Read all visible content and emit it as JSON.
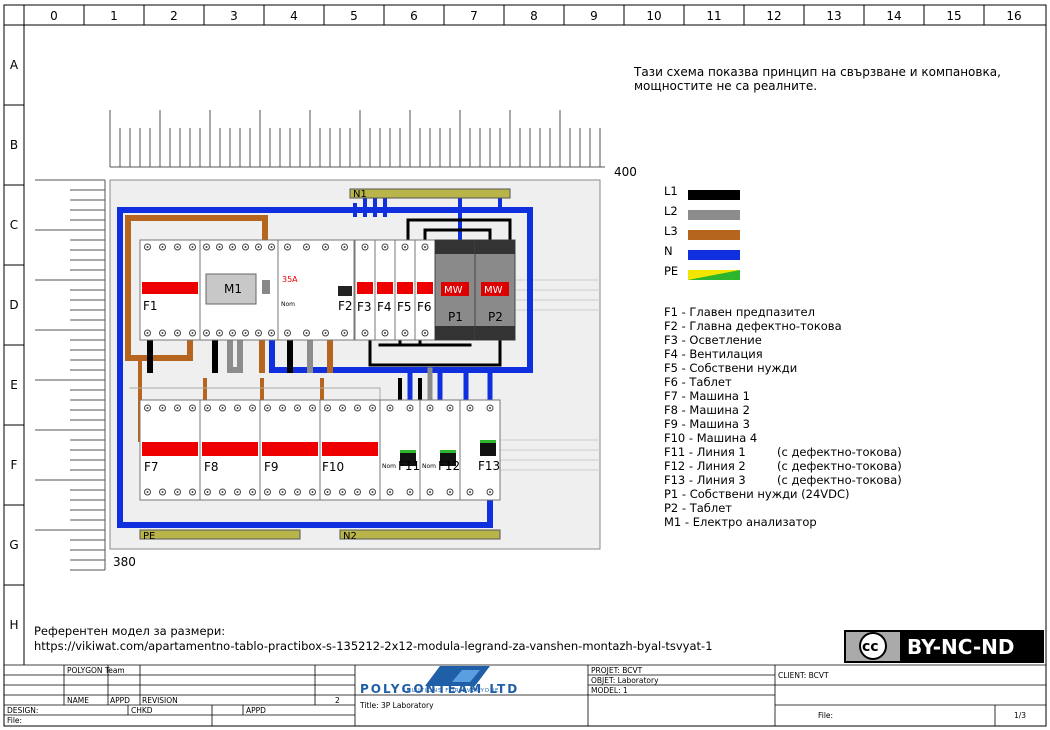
{
  "grid": {
    "columns": [
      "0",
      "1",
      "2",
      "3",
      "4",
      "5",
      "6",
      "7",
      "8",
      "9",
      "10",
      "11",
      "12",
      "13",
      "14",
      "15",
      "16"
    ],
    "rows": [
      "A",
      "B",
      "C",
      "D",
      "E",
      "F",
      "G",
      "H"
    ]
  },
  "note": {
    "line1": "Тази схема показва принцип на свързване и компановка,",
    "line2": "мощностите не са реалните."
  },
  "dims": {
    "width": "400",
    "height": "380"
  },
  "rails": {
    "n1": "N1",
    "n2": "N2",
    "pe": "PE"
  },
  "devices": {
    "f1": "F1",
    "m1": "M1",
    "f2": "F2",
    "f3": "F3",
    "f4": "F4",
    "f5": "F5",
    "f6": "F6",
    "p1": "P1",
    "p2": "P2",
    "mw": "MW",
    "amp": "35A",
    "f7": "F7",
    "f8": "F8",
    "f9": "F9",
    "f10": "F10",
    "f11": "F11",
    "f12": "F12",
    "f13": "F13",
    "nom": "Nom"
  },
  "wire_legend": [
    {
      "label": "L1",
      "color": "#000000"
    },
    {
      "label": "L2",
      "color": "#8c8c8c"
    },
    {
      "label": "L3",
      "color": "#b5651d"
    },
    {
      "label": "N",
      "color": "#1030e0"
    },
    {
      "label": "PE",
      "color": "#2db52d",
      "color2": "#f2e600"
    }
  ],
  "descriptions": [
    {
      "code": "F1",
      "text": "F1 - Главен предпазител"
    },
    {
      "code": "F2",
      "text": "F2 - Главна дефектно-токова"
    },
    {
      "code": "F3",
      "text": "F3 - Осветление"
    },
    {
      "code": "F4",
      "text": "F4 - Вентилация"
    },
    {
      "code": "F5",
      "text": "F5 - Собствени нужди"
    },
    {
      "code": "F6",
      "text": "F6 - Таблет"
    },
    {
      "code": "F7",
      "text": "F7 - Машина 1"
    },
    {
      "code": "F8",
      "text": "F8 - Машина 2"
    },
    {
      "code": "F9",
      "text": "F9 - Машина 3"
    },
    {
      "code": "F10",
      "text": "F10 - Машина 4"
    },
    {
      "code": "F11",
      "text": "F11 - Линия 1",
      "extra": "(с дефектно-токова)"
    },
    {
      "code": "F12",
      "text": "F12 - Линия 2",
      "extra": "(с дефектно-токова)"
    },
    {
      "code": "F13",
      "text": "F13 - Линия 3",
      "extra": "(с дефектно-токова)"
    },
    {
      "code": "P1",
      "text": "P1 - Собствени нужди (24VDC)"
    },
    {
      "code": "P2",
      "text": "P2 - Таблет"
    },
    {
      "code": "M1",
      "text": "M1 - Електро анализатор"
    }
  ],
  "reference": {
    "label": "Референтен модел за размери:",
    "url": "https://vikiwat.com/apartamentno-tablo-practibox-s-135212-2x12-modula-legrand-za-vanshen-montazh-byal-tsvyat-1"
  },
  "license": {
    "cc": "cc",
    "text": "BY-NC-ND"
  },
  "title_block": {
    "team": "POLYGON Team",
    "name": "NAME",
    "appd": "APPD",
    "revision": "REVISION",
    "rev_no": "2",
    "design": "DESIGN:",
    "chkd": "CHKD",
    "appd2": "APPD",
    "file": "File:",
    "logo_main": "POLYGONTEAM LTD",
    "logo_sub": "SOLUTIONS FOR EVERYONE",
    "title": "Title: 3P Laboratory",
    "project": "PROJET: BCVT",
    "objet": "OBJET: Laboratory",
    "model": "MODEL: 1",
    "client": "CLIENT: BCVT",
    "file2": "File:",
    "page": "1/3"
  }
}
